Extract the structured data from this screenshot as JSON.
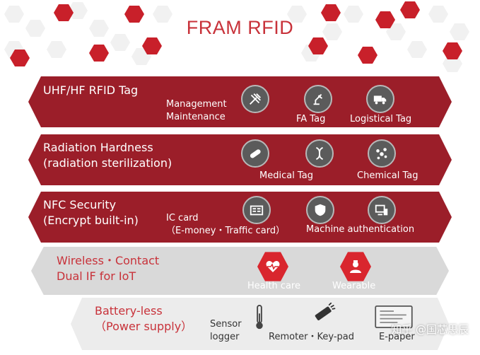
{
  "title": "FRAM RFID",
  "bands": {
    "uhf": {
      "title": "UHF/HF RFID Tag",
      "label_management_1": "Management",
      "label_management_2": "Maintenance",
      "label_fa": "FA Tag",
      "label_logistical": "Logistical Tag"
    },
    "radiation": {
      "title_1": "Radiation Hardness",
      "title_2": "(radiation sterilization)",
      "label_medical": "Medical Tag",
      "label_chemical": "Chemical Tag"
    },
    "nfc": {
      "title_1": "NFC Security",
      "title_2": "(Encrypt built-in)",
      "label_ic_1": "IC card",
      "label_ic_2": "（E-money・Traffic card）",
      "label_machine": "Machine authentication"
    },
    "wireless": {
      "title_1": "Wireless・Contact",
      "title_2": "Dual IF for IoT",
      "label_health": "Health care",
      "label_wearable": "Wearable"
    },
    "battery": {
      "title_1": "Battery-less",
      "title_2": "（Power supply）",
      "label_sensor_1": "Sensor",
      "label_sensor_2": "logger",
      "label_remoter": "Remoter・Key-pad",
      "label_epaper": "E-paper"
    }
  },
  "watermark": "知乎 @国芯思辰",
  "colors": {
    "band_red": "#9b1e29",
    "accent_red": "#c8323a",
    "hex_red": "#d9262e",
    "band_grey": "#d9d9d9",
    "icon_grey": "#5b5b5b"
  },
  "icons": [
    "tools-icon",
    "robot-arm-icon",
    "truck-icon",
    "pill-icon",
    "dna-icon",
    "molecule-icon",
    "id-card-icon",
    "shield-icon",
    "devices-icon",
    "heart-monitor-icon",
    "nurse-icon",
    "thermometer-icon",
    "remote-icon",
    "epaper-icon"
  ]
}
